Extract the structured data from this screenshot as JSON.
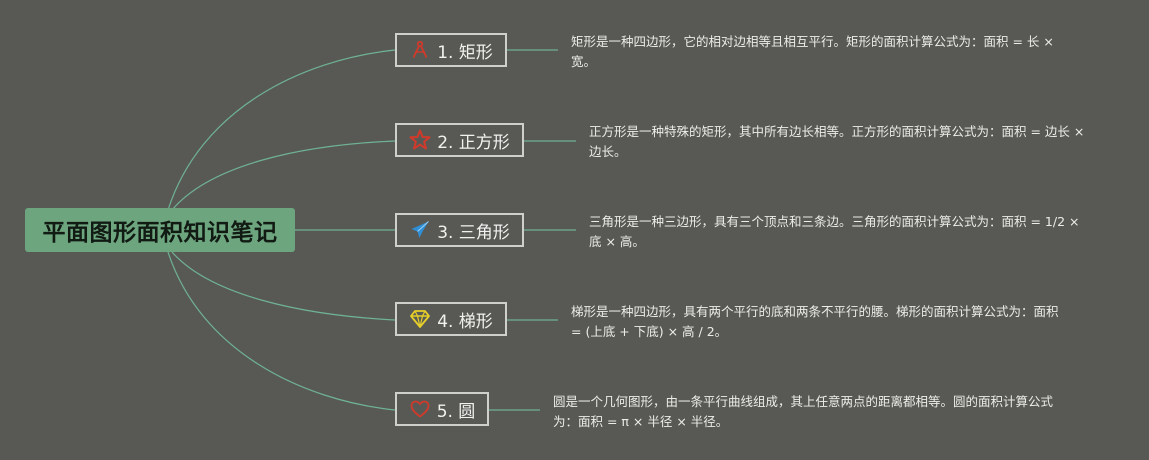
{
  "root": {
    "label": "平面图形面积知识笔记"
  },
  "topics": [
    {
      "label": "1. 矩形",
      "icon": "compass-icon",
      "icon_color": "#d13a2a",
      "note": "矩形是一种四边形，它的相对边相等且相互平行。矩形的面积计算公式为：面积 = 长 × 宽。"
    },
    {
      "label": "2. 正方形",
      "icon": "star-outline-icon",
      "icon_color": "#d13a2a",
      "note": "正方形是一种特殊的矩形，其中所有边长相等。正方形的面积计算公式为：面积 = 边长 × 边长。"
    },
    {
      "label": "3. 三角形",
      "icon": "paper-plane-icon",
      "icon_color": "#2f8fd6",
      "note": "三角形是一种三边形，具有三个顶点和三条边。三角形的面积计算公式为：面积 = 1/2 × 底 × 高。"
    },
    {
      "label": "4. 梯形",
      "icon": "diamond-icon",
      "icon_color": "#e6cf2a",
      "note": "梯形是一种四边形，具有两个平行的底和两条不平行的腰。梯形的面积计算公式为：面积 = (上底 + 下底) × 高 / 2。"
    },
    {
      "label": "5. 圆",
      "icon": "heart-outline-icon",
      "icon_color": "#d13a2a",
      "note": "圆是一个几何图形，由一条平行曲线组成，其上任意两点的距离都相等。圆的面积计算公式为：面积 = π × 半径 × 半径。"
    }
  ],
  "colors": {
    "background": "#585955",
    "root_fill": "#6da57e",
    "connector": "#6fb294",
    "topic_border": "#cfcfcb"
  }
}
